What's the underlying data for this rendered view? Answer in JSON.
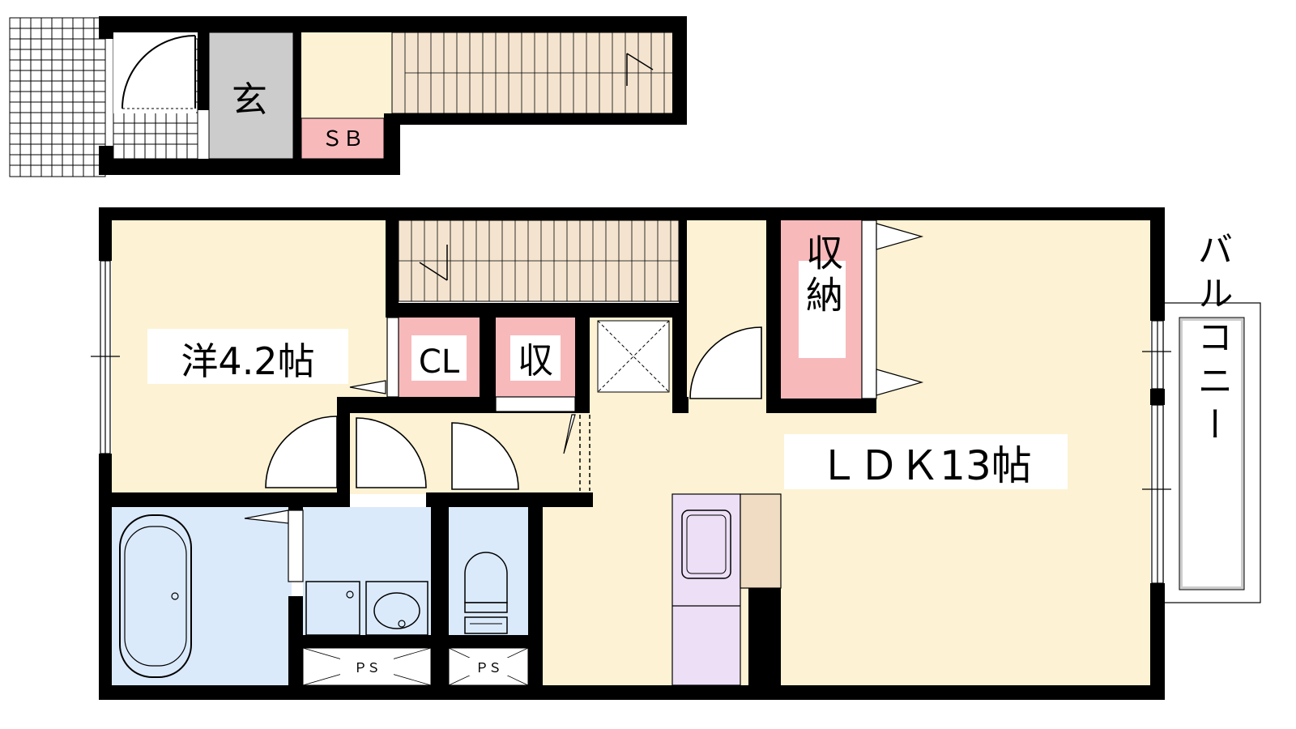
{
  "colors": {
    "wall": "#000000",
    "wood": "#fdf2d3",
    "storage_pink": "#f8b9bb",
    "water_blue": "#dbeafb",
    "entrance_gray": "#cccccc",
    "stairs": "#f4e4cf",
    "kitchen_purple": "#ecdff6",
    "counter": "#efdcc2"
  },
  "rooms": {
    "entrance": "玄",
    "shoe_box": "ＳＢ",
    "western_room": "洋4.2帖",
    "closet": "CL",
    "storage_small": "収",
    "storage_large": "収納",
    "ldk": "ＬＤＫ13帖",
    "balcony": "バルコニー",
    "ps_left": "ＰＳ",
    "ps_right": "ＰＳ"
  },
  "icons": {
    "bathtub": "bathtub-icon",
    "washbasin": "washbasin-icon",
    "washing_machine": "washing-machine-icon",
    "toilet": "toilet-icon",
    "sink": "kitchen-sink-icon",
    "stairs": "stairs-icon",
    "door": "door-swing-icon"
  }
}
